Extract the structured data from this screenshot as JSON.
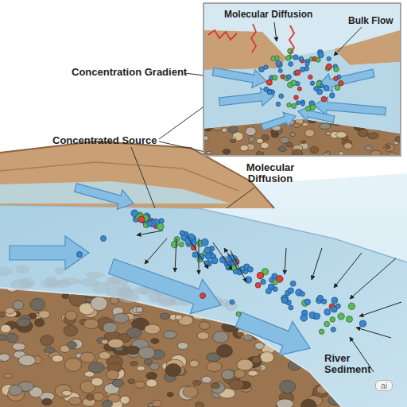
{
  "diagram": {
    "labels": [
      "Molecular Diffusion",
      "Bulk Flow",
      "Concentration Gradient",
      "Concentrated Source",
      "Molecular Diffusion",
      "River Sediment",
      "ai"
    ]
  }
}
